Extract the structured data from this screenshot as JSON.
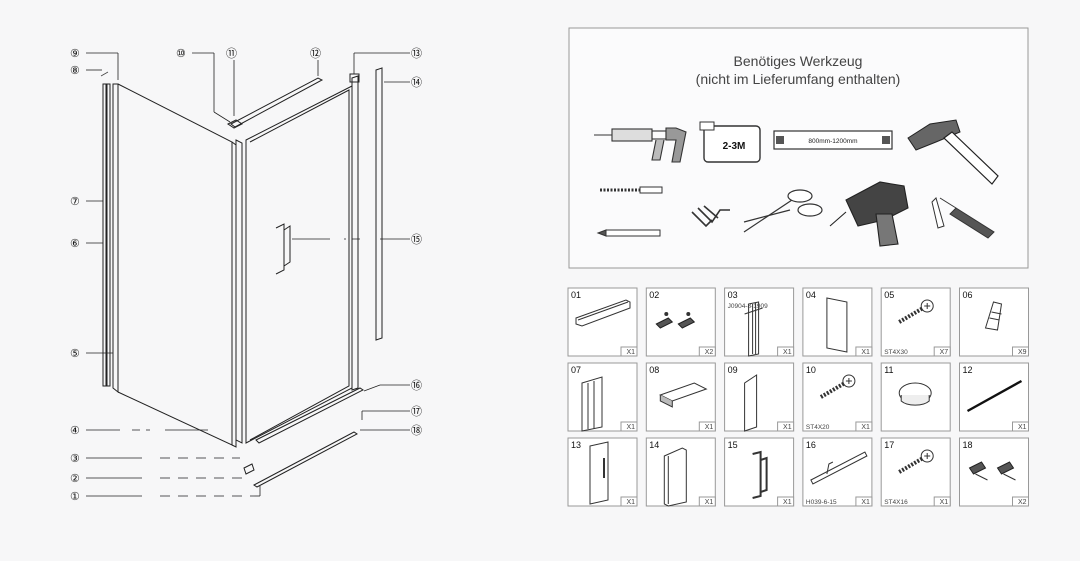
{
  "diagram": {
    "callouts": [
      {
        "n": "1",
        "text": "①",
        "icon": "circled-number"
      },
      {
        "n": "2",
        "text": "②"
      },
      {
        "n": "3",
        "text": "③"
      },
      {
        "n": "4",
        "text": "④"
      },
      {
        "n": "5",
        "text": "⑤"
      },
      {
        "n": "6",
        "text": "⑥"
      },
      {
        "n": "7",
        "text": "⑦"
      },
      {
        "n": "8",
        "text": "⑧"
      },
      {
        "n": "9",
        "text": "⑨"
      },
      {
        "n": "10",
        "text": "⑩"
      },
      {
        "n": "11",
        "text": "⑪"
      },
      {
        "n": "12",
        "text": "⑫"
      },
      {
        "n": "13",
        "text": "⑬"
      },
      {
        "n": "14",
        "text": "⑭"
      },
      {
        "n": "15",
        "text": "⑮"
      },
      {
        "n": "16",
        "text": "⑯"
      },
      {
        "n": "17",
        "text": "⑰"
      },
      {
        "n": "18",
        "text": "⑱"
      }
    ]
  },
  "tools": {
    "title_line1": "Benötiges Werkzeug",
    "title_line2": "(nicht im Lieferumfang enthalten)",
    "tape_label": "2-3M",
    "level_label": "800mm-1200mm",
    "icons": [
      "caulking-gun",
      "tape-measure",
      "spirit-level",
      "hammer",
      "drill-bit",
      "allen-keys",
      "scissors",
      "power-drill",
      "screwdriver-set",
      "pencil"
    ]
  },
  "parts": [
    {
      "num": "01",
      "qty": "X1",
      "code": "",
      "icon": "profile-rail"
    },
    {
      "num": "02",
      "qty": "X2",
      "code": "",
      "icon": "corner-clips"
    },
    {
      "num": "03",
      "qty": "X1",
      "code": "J0904-8-1909",
      "icon": "wall-profile"
    },
    {
      "num": "04",
      "qty": "X1",
      "code": "",
      "icon": "glass-panel"
    },
    {
      "num": "05",
      "qty": "X7",
      "code": "ST4X30",
      "icon": "screw"
    },
    {
      "num": "06",
      "qty": "X9",
      "code": "",
      "icon": "wall-plug"
    },
    {
      "num": "07",
      "qty": "X1",
      "code": "",
      "icon": "wall-channel"
    },
    {
      "num": "08",
      "qty": "X1",
      "code": "",
      "icon": "end-cap"
    },
    {
      "num": "09",
      "qty": "X1",
      "code": "",
      "icon": "filler-strip"
    },
    {
      "num": "10",
      "qty": "X1",
      "code": "ST4X20",
      "icon": "screw"
    },
    {
      "num": "11",
      "qty": "",
      "code": "",
      "icon": "cover-cap"
    },
    {
      "num": "12",
      "qty": "X1",
      "code": "",
      "icon": "seal-strip"
    },
    {
      "num": "13",
      "qty": "X1",
      "code": "",
      "icon": "door-panel"
    },
    {
      "num": "14",
      "qty": "X1",
      "code": "",
      "icon": "magnet-profile"
    },
    {
      "num": "15",
      "qty": "X1",
      "code": "",
      "icon": "door-handle"
    },
    {
      "num": "16",
      "qty": "X1",
      "code": "H039-6-15",
      "icon": "water-deflector"
    },
    {
      "num": "17",
      "qty": "X1",
      "code": "ST4X16",
      "icon": "screw"
    },
    {
      "num": "18",
      "qty": "X2",
      "code": "",
      "icon": "hinge-clips"
    }
  ]
}
